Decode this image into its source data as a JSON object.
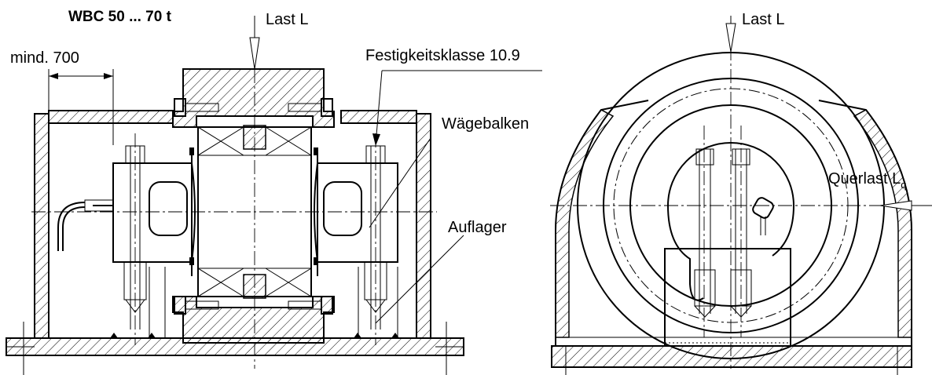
{
  "labels": {
    "model": "WBC 50 ... 70 t",
    "min_distance": "mind. 700",
    "load_left": "Last L",
    "load_right": "Last L",
    "strength_class": "Festigkeitsklasse 10.9",
    "weigh_beam": "Wägebalken",
    "support": "Auflager",
    "lateral_load": "Querlast L",
    "lateral_load_sub": "q"
  }
}
